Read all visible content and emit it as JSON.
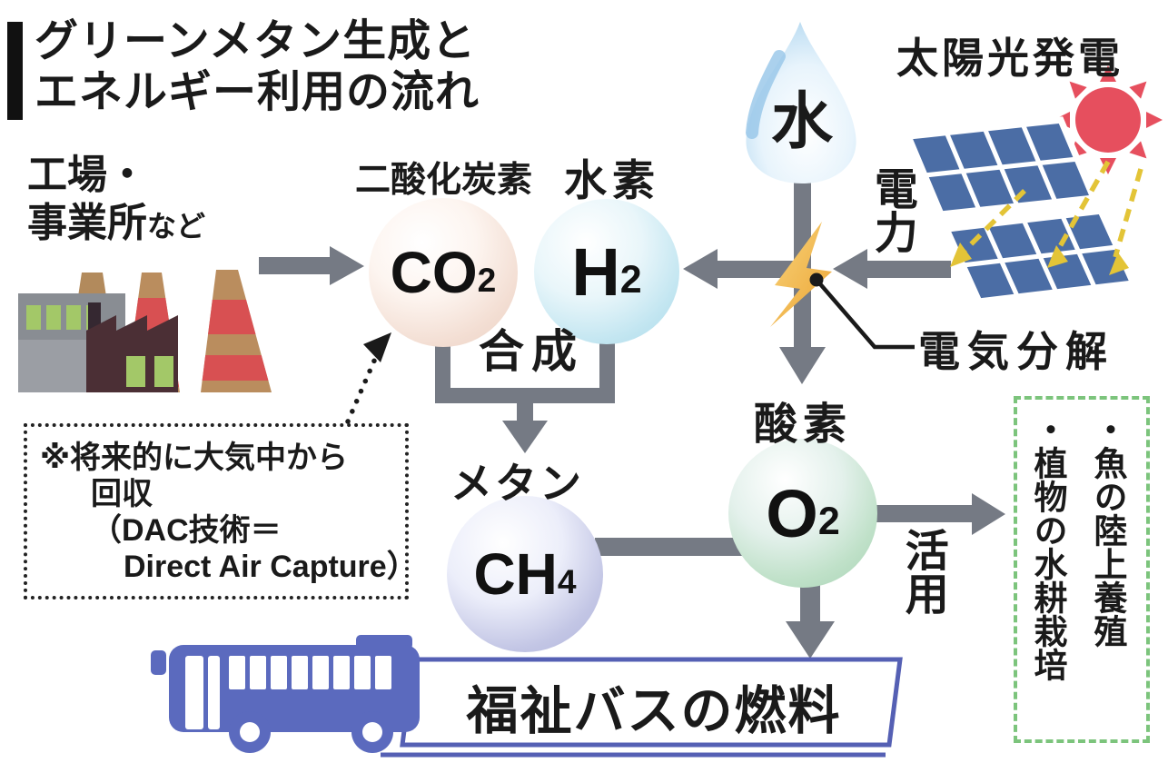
{
  "title": {
    "line1": "グリーンメタン生成と",
    "line2": "エネルギー利用の流れ"
  },
  "factory": {
    "label_line1": "工場・",
    "label_line2": "事業所",
    "label_suffix": "など"
  },
  "molecules": {
    "co2": {
      "name": "二酸化炭素",
      "formula": "CO",
      "subscript": "2"
    },
    "h2": {
      "name": "水素",
      "formula": "H",
      "subscript": "2"
    },
    "ch4": {
      "name": "メタン",
      "formula": "CH",
      "subscript": "4"
    },
    "o2": {
      "name": "酸素",
      "formula": "O",
      "subscript": "2"
    }
  },
  "water": {
    "label": "水"
  },
  "solar": {
    "label": "太陽光発電"
  },
  "power": {
    "label": "電力"
  },
  "electrolysis": {
    "label": "電気分解"
  },
  "synthesis": {
    "label": "合成"
  },
  "utilization": {
    "label": "活用"
  },
  "dac_note": {
    "line1": "※将来的に大気中から",
    "line2": "回収",
    "line3": "（DAC技術＝",
    "line4": "Direct Air Capture）"
  },
  "green_box": {
    "item1": "・魚の陸上養殖",
    "item2": "・植物の水耕栽培"
  },
  "fuel_box": {
    "label": "福祉バスの燃料"
  },
  "colors": {
    "arrow_gray": "#757a84",
    "co2_sphere": "#f3ded3",
    "h2_sphere": "#c3e6f1",
    "ch4_sphere": "#c3c6e5",
    "o2_sphere": "#c0e1c9",
    "bus_blue": "#5b6abe",
    "fuel_box_border": "#5560b4",
    "green_dashed": "#7cc47c",
    "sun_red": "#e64f5e",
    "panel_blue": "#4b6da5",
    "sunray_yellow": "#e3c437",
    "lightning_yellow": "#f3b95a"
  }
}
